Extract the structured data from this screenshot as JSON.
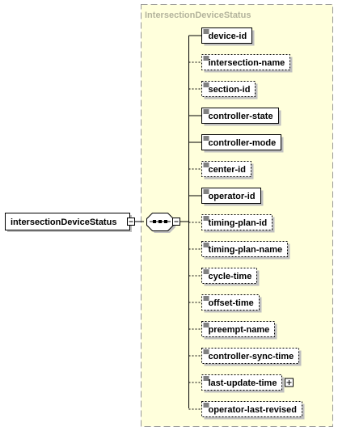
{
  "group": {
    "title": "IntersectionDeviceStatus",
    "fill": "#ffffdc",
    "border": "#999999"
  },
  "root": {
    "label": "intersectionDeviceStatus"
  },
  "elements": [
    {
      "name": "device-id",
      "optional": false
    },
    {
      "name": "intersection-name",
      "optional": true
    },
    {
      "name": "section-id",
      "optional": true
    },
    {
      "name": "controller-state",
      "optional": false
    },
    {
      "name": "controller-mode",
      "optional": false
    },
    {
      "name": "center-id",
      "optional": true
    },
    {
      "name": "operator-id",
      "optional": false
    },
    {
      "name": "timing-plan-id",
      "optional": true
    },
    {
      "name": "timing-plan-name",
      "optional": true
    },
    {
      "name": "cycle-time",
      "optional": true
    },
    {
      "name": "offset-time",
      "optional": true
    },
    {
      "name": "preempt-name",
      "optional": true
    },
    {
      "name": "controller-sync-time",
      "optional": true
    },
    {
      "name": "last-update-time",
      "optional": true,
      "expandable": true
    },
    {
      "name": "operator-last-revised",
      "optional": true
    }
  ]
}
